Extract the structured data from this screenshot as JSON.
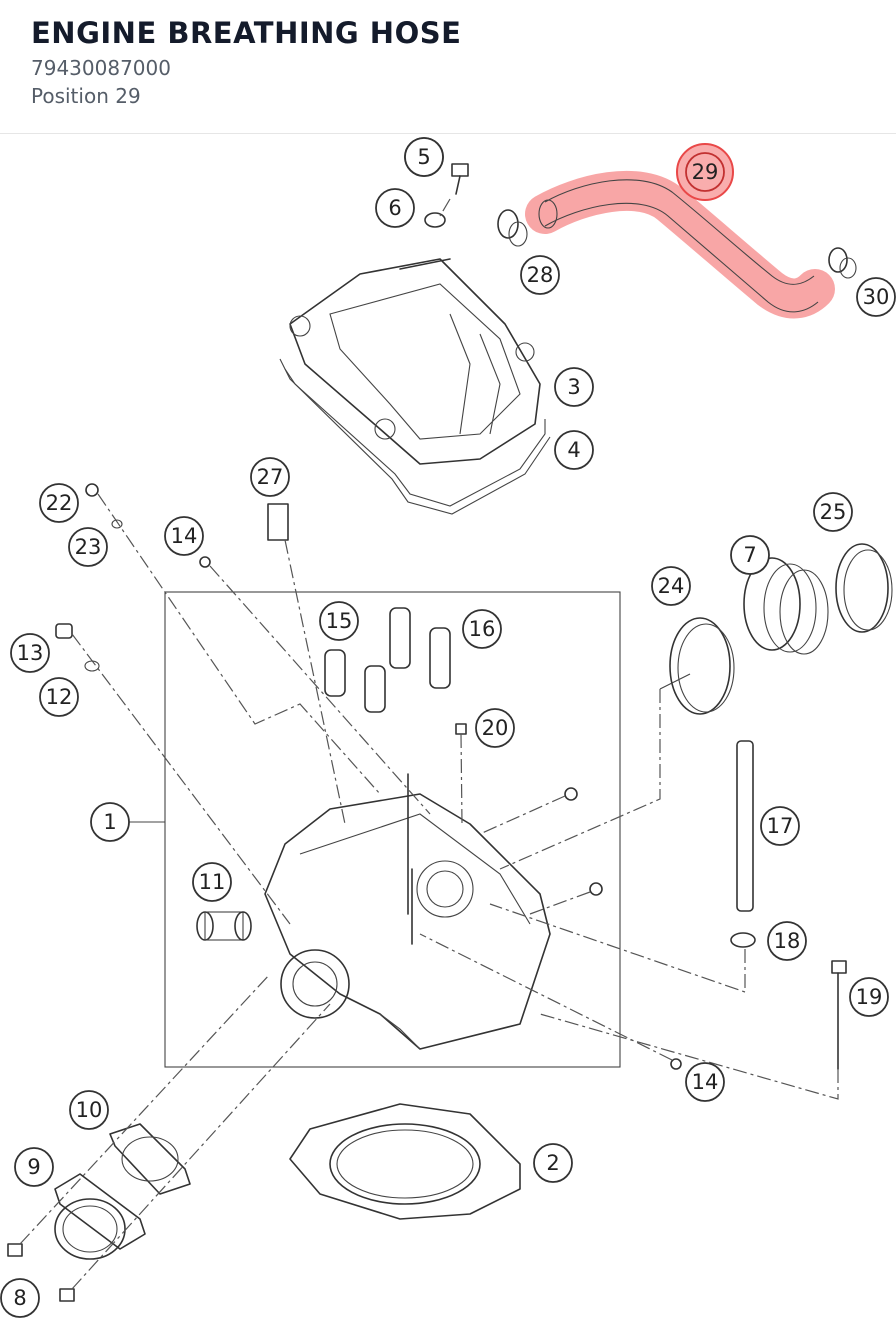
{
  "header": {
    "title": "ENGINE BREATHING HOSE",
    "part_number": "79430087000",
    "position": "Position 29"
  },
  "highlight": {
    "callout": "29",
    "color": "#f46a6a"
  },
  "callouts": [
    "1",
    "2",
    "3",
    "4",
    "5",
    "6",
    "7",
    "8",
    "9",
    "10",
    "11",
    "12",
    "13",
    "14",
    "14",
    "15",
    "16",
    "17",
    "18",
    "19",
    "20",
    "22",
    "23",
    "24",
    "25",
    "27",
    "28",
    "29",
    "30"
  ]
}
